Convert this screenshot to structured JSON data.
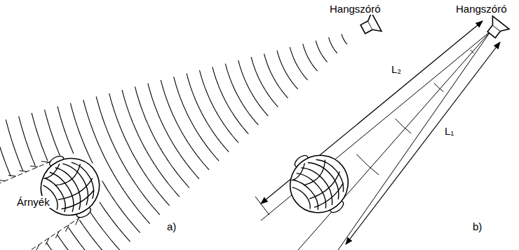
{
  "diagram": {
    "labels": [
      "Hangszóró",
      "Árnyék",
      "a)",
      "Hangszóró",
      "L₂",
      "L₁",
      "b)"
    ]
  }
}
